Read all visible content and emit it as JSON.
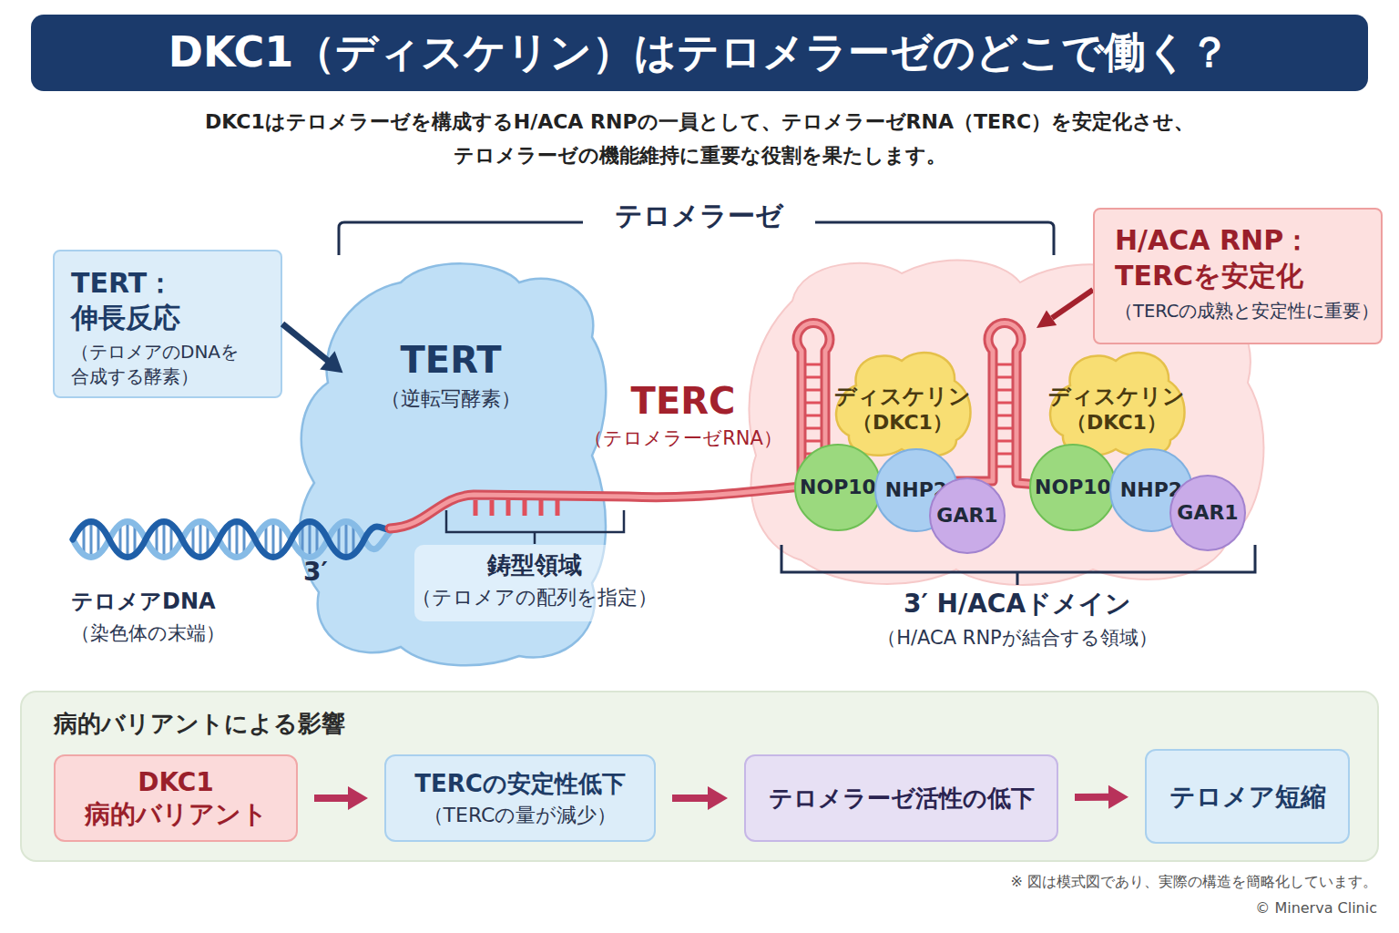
{
  "diagram": {
    "title": "DKC1（ディスケリン）はテロメラーゼのどこで働く？",
    "nodes": [
      {
        "text": [
          "TERT： 伸長反応",
          "（テロメアのDNAを 合成する酵素）"
        ]
      },
      {
        "text": [
          "TERT",
          "（逆転写酵素）"
        ]
      },
      {
        "text": [
          "H/ACA RNP： TERCを安定化",
          "（TERCの成熟と安定性に重要）"
        ]
      },
      {
        "text": [
          "ディスケリン",
          "（DKC1）"
        ]
      },
      {
        "text": [
          "ディスケリン",
          "（DKC1）"
        ]
      },
      {
        "text": [
          "NOP10"
        ]
      },
      {
        "text": [
          "NHP2"
        ]
      },
      {
        "text": [
          "GAR1"
        ]
      },
      {
        "text": [
          "NOP10"
        ]
      },
      {
        "text": [
          "NHP2"
        ]
      },
      {
        "text": [
          "GAR1"
        ]
      },
      {
        "text": [
          "病的バリアントによる影響"
        ]
      },
      {
        "text": [
          "DKC1 病的バリアント"
        ],
        "in": 11
      },
      {
        "text": [
          "TERCの安定性低下",
          "（TERCの量が減少）"
        ],
        "in": 11
      },
      {
        "text": [
          "テロメラーゼ活性の低下"
        ],
        "in": 11
      },
      {
        "text": [
          "テロメア短縮"
        ],
        "in": 11
      }
    ],
    "edges": [
      {
        "from": 0,
        "to": 1,
        "arrow": "to"
      },
      {
        "from": 12,
        "to": 13,
        "arrow": "to"
      },
      {
        "from": 13,
        "to": 14,
        "arrow": "to"
      },
      {
        "from": 14,
        "to": 15,
        "arrow": "to"
      }
    ],
    "labels": [
      "DKC1はテロメラーゼを構成するH/ACA RNPの一員として、テロメラーゼRNA（TERC）を安定化させ、 テロメラーゼの機能維持に重要な役割を果たします。",
      "テロメラーゼ",
      "TERC",
      "（テロメラーゼRNA）",
      "鋳型領域",
      "（テロメアの配列を指定）",
      "3′",
      "テロメアDNA",
      "（染色体の末端）",
      "3′ H/ACAドメイン",
      "（H/ACA RNPが結合する領域）",
      "※ 図は模式図であり、実際の構造を簡略化しています。",
      "© Minerva Clinic"
    ]
  }
}
